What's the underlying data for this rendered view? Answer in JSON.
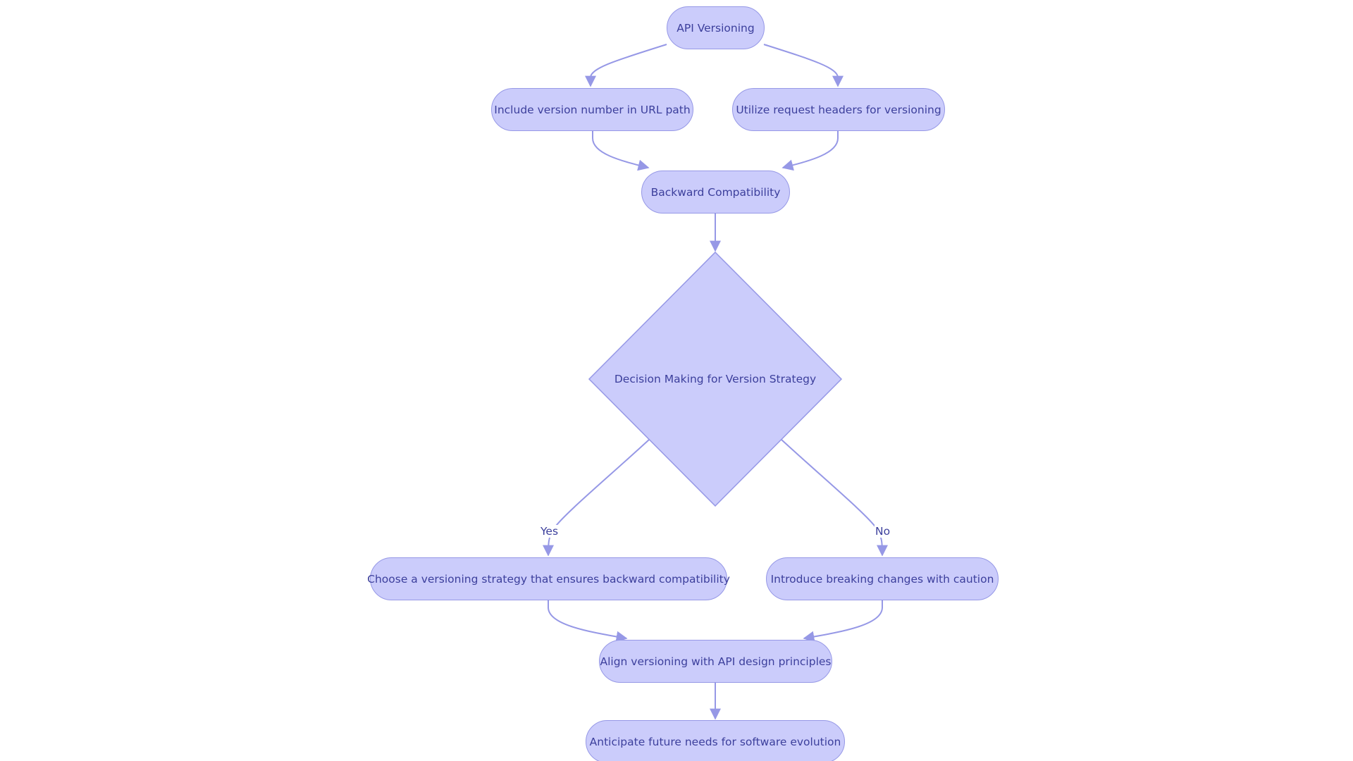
{
  "diagram": {
    "type": "flowchart",
    "nodes": {
      "api_versioning": "API Versioning",
      "url_path": "Include version number in URL path",
      "request_headers": "Utilize request headers for versioning",
      "backward_compat": "Backward Compatibility",
      "decision": "Decision Making for Version Strategy",
      "choose_strategy": "Choose a versioning strategy that ensures backward compatibility",
      "breaking_changes": "Introduce breaking changes with caution",
      "align": "Align versioning with API design principles",
      "anticipate": "Anticipate future needs for software evolution"
    },
    "edge_labels": {
      "yes": "Yes",
      "no": "No"
    },
    "edges": [
      {
        "from": "api_versioning",
        "to": "url_path"
      },
      {
        "from": "api_versioning",
        "to": "request_headers"
      },
      {
        "from": "url_path",
        "to": "backward_compat"
      },
      {
        "from": "request_headers",
        "to": "backward_compat"
      },
      {
        "from": "backward_compat",
        "to": "decision"
      },
      {
        "from": "decision",
        "to": "choose_strategy",
        "label": "Yes"
      },
      {
        "from": "decision",
        "to": "breaking_changes",
        "label": "No"
      },
      {
        "from": "choose_strategy",
        "to": "align"
      },
      {
        "from": "breaking_changes",
        "to": "align"
      },
      {
        "from": "align",
        "to": "anticipate"
      }
    ],
    "colors": {
      "node_fill": "#cbccfb",
      "node_border": "#9698e6",
      "edge": "#9698e6",
      "text": "#3c3f9c"
    }
  }
}
